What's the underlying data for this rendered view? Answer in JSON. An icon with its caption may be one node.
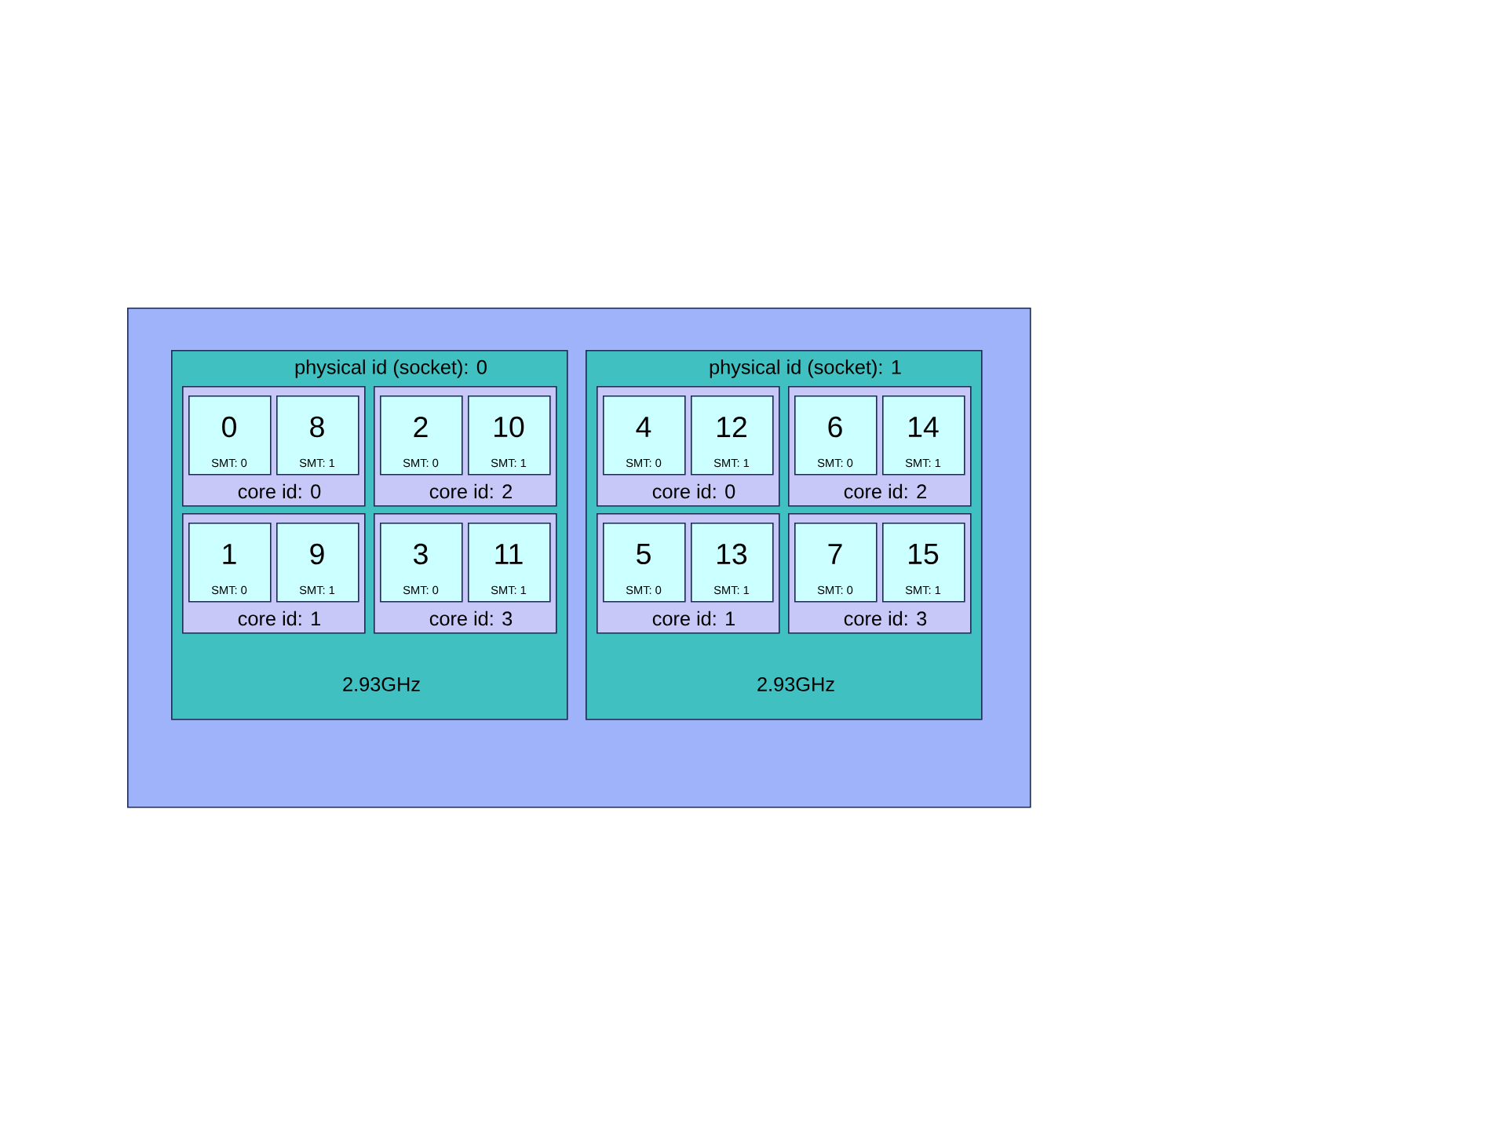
{
  "diagram": {
    "nodes": [
      {
        "text": [],
        "shape": "box"
      },
      {
        "text": [
          "physical id (socket): 0",
          "2.93GHz"
        ],
        "in": 0
      },
      {
        "text": [
          "core id: 0"
        ],
        "in": 1
      },
      {
        "text": [
          "0",
          "SMT: 0"
        ],
        "in": 2
      },
      {
        "text": [
          "8",
          "SMT: 1"
        ],
        "in": 2
      },
      {
        "text": [
          "core id: 2"
        ],
        "in": 1
      },
      {
        "text": [
          "2",
          "SMT: 0"
        ],
        "in": 5
      },
      {
        "text": [
          "10",
          "SMT: 1"
        ],
        "in": 5
      },
      {
        "text": [
          "core id: 1"
        ],
        "in": 1
      },
      {
        "text": [
          "1",
          "SMT: 0"
        ],
        "in": 8
      },
      {
        "text": [
          "9",
          "SMT: 1"
        ],
        "in": 8
      },
      {
        "text": [
          "core id: 3"
        ],
        "in": 1
      },
      {
        "text": [
          "3",
          "SMT: 0"
        ],
        "in": 11
      },
      {
        "text": [
          "11",
          "SMT: 1"
        ],
        "in": 11
      },
      {
        "text": [
          "physical id (socket): 1",
          "2.93GHz"
        ],
        "in": 0
      },
      {
        "text": [
          "core id: 0"
        ],
        "in": 14
      },
      {
        "text": [
          "4",
          "SMT: 0"
        ],
        "in": 15
      },
      {
        "text": [
          "12",
          "SMT: 1"
        ],
        "in": 15
      },
      {
        "text": [
          "core id: 2"
        ],
        "in": 14
      },
      {
        "text": [
          "6",
          "SMT: 0"
        ],
        "in": 18
      },
      {
        "text": [
          "14",
          "SMT: 1"
        ],
        "in": 18
      },
      {
        "text": [
          "core id: 1"
        ],
        "in": 14
      },
      {
        "text": [
          "5",
          "SMT: 0"
        ],
        "in": 21
      },
      {
        "text": [
          "13",
          "SMT: 1"
        ],
        "in": 21
      },
      {
        "text": [
          "core id: 3"
        ],
        "in": 14
      },
      {
        "text": [
          "7",
          "SMT: 0"
        ],
        "in": 24
      },
      {
        "text": [
          "15",
          "SMT: 1"
        ],
        "in": 24
      }
    ]
  }
}
